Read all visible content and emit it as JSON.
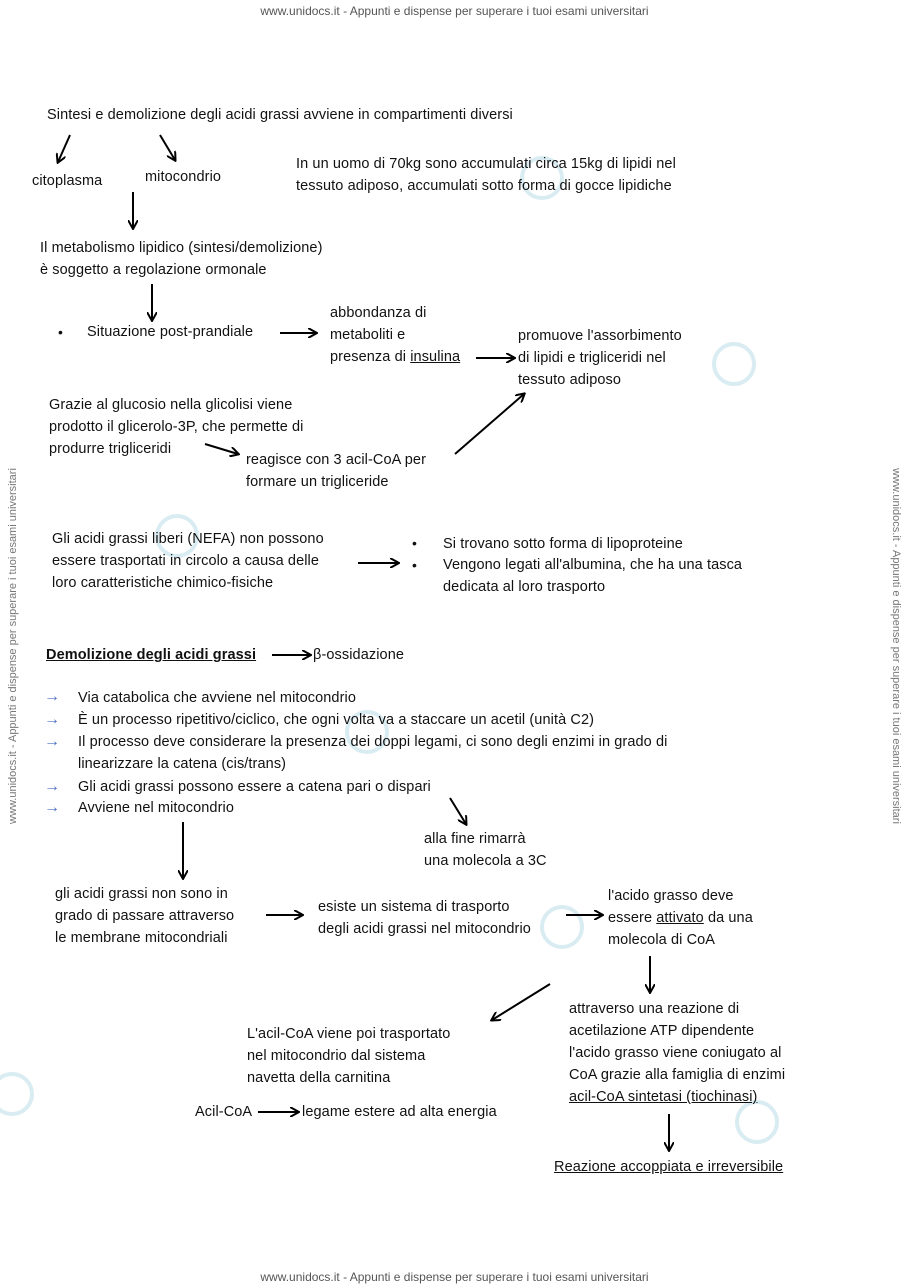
{
  "watermark": {
    "top": "www.unidocs.it - Appunti e dispense per superare i tuoi esami universitari",
    "bottom": "www.unidocs.it - Appunti e dispense per superare i tuoi esami universitari",
    "side": "www.unidocs.it - Appunti e dispense per superare i tuoi esami universitari"
  },
  "notes": {
    "intro": "Sintesi e demolizione degli acidi grassi avviene in compartimenti diversi",
    "citoplasma": "citoplasma",
    "mitocondrio": "mitocondrio",
    "uomo": "In un uomo di 70kg sono accumulati circa 15kg di lipidi nel\ntessuto adiposo, accumulati sotto forma di gocce lipidiche",
    "metabolismo": "Il metabolismo lipidico (sintesi/demolizione)\nè soggetto a regolazione ormonale",
    "post_prandiale": "Situazione post-prandiale",
    "abbondanza": "abbondanza di\nmetaboliti e\npresenza di ",
    "insulina": "insulina",
    "promuove": "promuove l'assorbimento\ndi lipidi e trigliceridi nel\ntessuto adiposo",
    "glucosio": "Grazie al glucosio nella glicolisi viene\nprodotto il glicerolo-3P, che permette di\nprodurre trigliceridi",
    "reagisce": "reagisce con 3 acil-CoA per\nformare un trigliceride",
    "nefa": "Gli acidi grassi liberi (NEFA) non possono\nessere trasportati in circolo a causa delle\nloro caratteristiche chimico-fisiche",
    "lipoproteine": "Si trovano sotto forma di lipoproteine",
    "albumina": "Vengono legati all'albumina, che ha una tasca\ndedicata al loro trasporto",
    "demolizione_title": "Demolizione degli acidi grassi",
    "beta": "β-ossidazione",
    "points": [
      "Via catabolica che avviene nel mitocondrio",
      "È un processo ripetitivo/ciclico, che ogni volta va a staccare un acetil (unità C2)",
      "Il processo deve considerare la presenza dei doppi legami, ci sono degli enzimi in grado di\nlinearizzare la catena (cis/trans)",
      "Gli acidi grassi possono essere a catena pari o dispari",
      "Avviene nel mitocondrio"
    ],
    "molecola3c": "alla fine rimarrà\nuna molecola a 3C",
    "membrane": "gli acidi grassi non sono in\ngrado di passare attraverso\nle membrane mitocondriali",
    "sistema": "esiste un sistema di trasporto\ndegli acidi grassi nel mitocondrio",
    "attivato_pre": "l'acido grasso deve\nessere ",
    "attivato": "attivato",
    "attivato_post": " da una\nmolecola di CoA",
    "acilcoa_trasp": "L'acil-CoA viene poi trasportato\nnel mitocondrio dal sistema\nnavetta della carnitina",
    "reazione": "attraverso una reazione di\nacetilazione ATP dipendente\nl'acido grasso viene coniugato al\nCoA grazie alla famiglia di enzimi\n",
    "sintetasi": "acil-CoA sintetasi (tiochinasi)",
    "acilcoa": "Acil-CoA",
    "legame": "legame estere ad alta energia",
    "accoppiata": "Reazione accoppiata e irreversibile"
  }
}
